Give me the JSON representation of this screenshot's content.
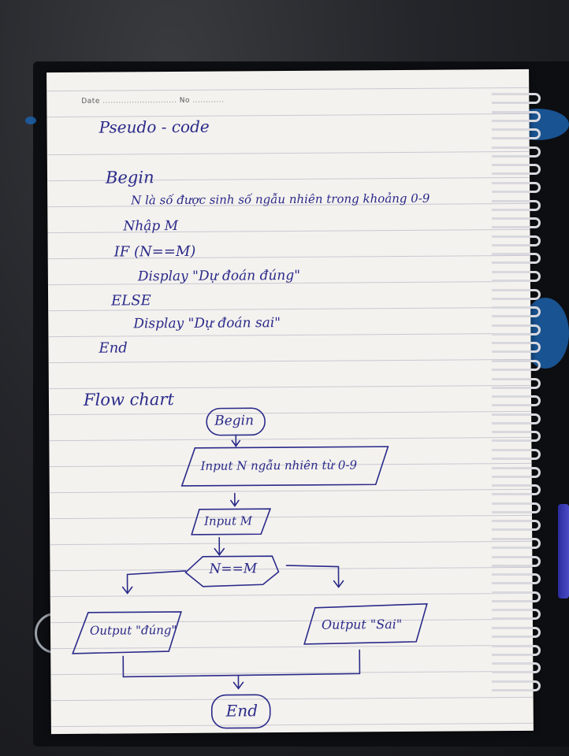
{
  "header": {
    "date_label": "Date",
    "no_label": "No"
  },
  "pseudocode": {
    "title": "Pseudo - code",
    "lines": [
      "Begin",
      "N là số được sinh số ngẫu nhiên trong khoảng 0-9",
      "Nhập M",
      "IF (N==M)",
      "Display \"Dự đoán đúng\"",
      "ELSE",
      "Display \"Dự đoán sai\"",
      "End"
    ]
  },
  "flowchart": {
    "title": "Flow chart",
    "begin": "Begin",
    "input_n": "Input N ngẫu nhiên từ 0-9",
    "input_m": "Input M",
    "decision": "N==M",
    "output_true": "Output \"đúng\"",
    "output_false": "Output \"Sai\"",
    "end": "End"
  },
  "colors": {
    "ink": "#2a2a8a",
    "paper": "#f4f2ee",
    "rule_line": "#c9c8d2",
    "cover": "#0d0e12",
    "cover_accent": "#1c5fa8"
  }
}
